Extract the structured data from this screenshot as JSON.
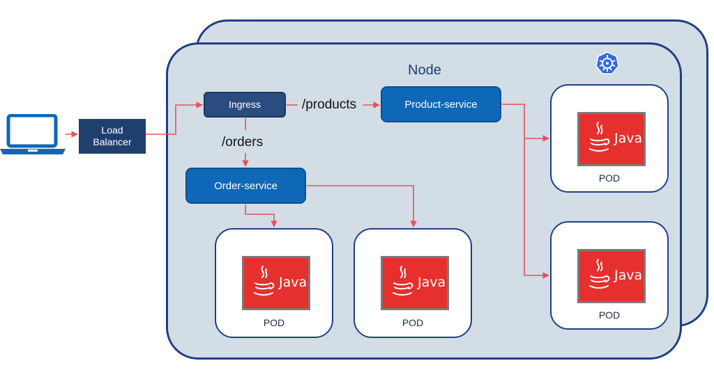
{
  "node": {
    "title": "Node"
  },
  "load_balancer": {
    "label_line1": "Load",
    "label_line2": "Balancer"
  },
  "ingress": {
    "label": "Ingress"
  },
  "routes": {
    "products": "/products",
    "orders": "/orders"
  },
  "services": {
    "product": "Product-service",
    "order": "Order-service"
  },
  "pods": [
    {
      "label": "POD",
      "java_label": "Java"
    },
    {
      "label": "POD",
      "java_label": "Java"
    },
    {
      "label": "POD",
      "java_label": "Java"
    },
    {
      "label": "POD",
      "java_label": "Java"
    }
  ],
  "icons": {
    "client": "laptop-icon",
    "cluster": "kubernetes-icon",
    "runtime": "java-logo-icon"
  },
  "colors": {
    "node_fill": "#d3dde6",
    "node_border": "#1f3f82",
    "service_fill": "#0f67b7",
    "connector": "#e8505b",
    "java_red": "#e5302d"
  }
}
